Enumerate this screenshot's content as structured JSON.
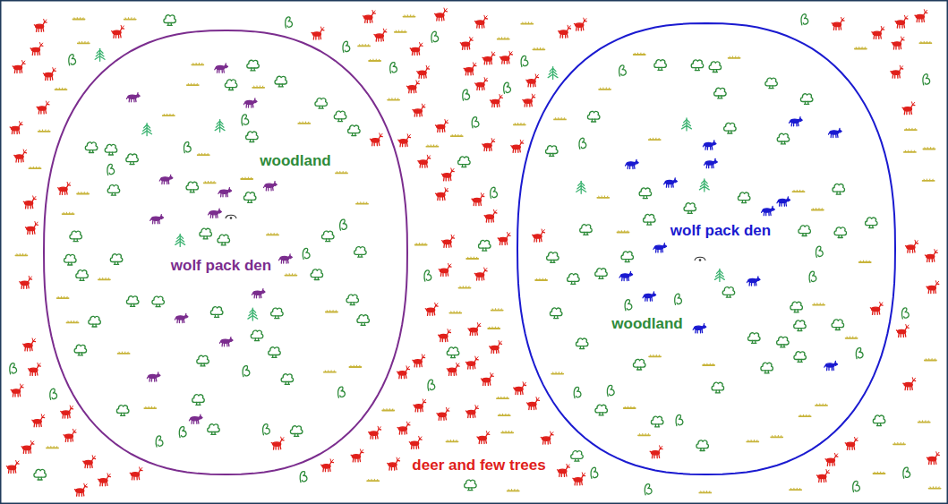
{
  "diagram": {
    "nodes": [
      {
        "text": [
          "woodland",
          "wolf pack den"
        ]
      },
      {
        "text": [
          "wolf pack den",
          "woodland"
        ]
      }
    ],
    "labels": [
      "deer and few trees"
    ]
  }
}
